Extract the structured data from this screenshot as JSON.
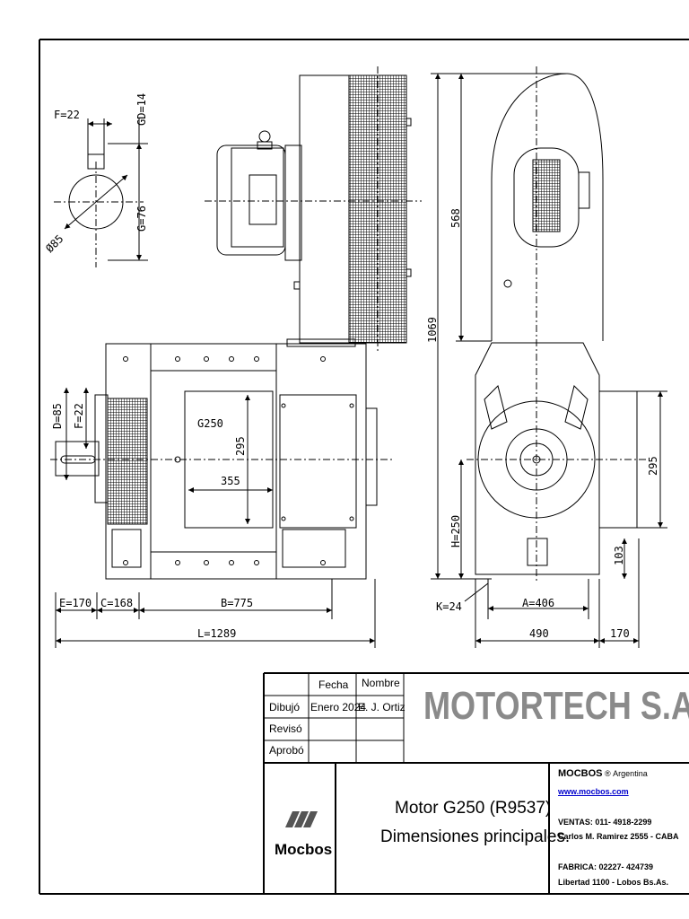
{
  "drawing": {
    "shaft_end": {
      "f_top": "F=22",
      "gd": "GD=14",
      "g": "G=76",
      "dia": "Ø85"
    },
    "side_view": {
      "d": "D=85",
      "f": "F=22",
      "model_label": "G250",
      "height_295": "295",
      "width_355": "355"
    },
    "bottom_dims": {
      "e": "E=170",
      "c": "C=168",
      "b": "B=775",
      "l": "L=1289"
    },
    "front_view": {
      "h568": "568",
      "h1069": "1069",
      "h250": "H=250",
      "h295": "295",
      "h103": "103",
      "k": "K=24",
      "a": "A=406",
      "w490": "490",
      "w170": "170"
    }
  },
  "title_block": {
    "headers": {
      "fecha": "Fecha",
      "nombre": "Nombre"
    },
    "rows": [
      {
        "label": "Dibujó",
        "fecha": "Enero 2024",
        "nombre": "E. J. Ortiz"
      },
      {
        "label": "Revisó",
        "fecha": "",
        "nombre": ""
      },
      {
        "label": "Aprobó",
        "fecha": "",
        "nombre": ""
      }
    ],
    "company": "MOTORTECH S.A.",
    "logo_text": "Mocbos",
    "title_line1": "Motor G250 (R9537)",
    "title_line2": "Dimensiones principales.",
    "brand": "MOCBOS",
    "brand_mark": "®",
    "brand_country": "Argentina",
    "website": "www.mocbos.com",
    "ventas": "VENTAS:  011- 4918-2299",
    "ventas_addr": "Carlos M. Ramirez 2555 - CABA",
    "fabrica": "FABRICA:  02227- 424739",
    "fabrica_addr": "Libertad 1100 - Lobos Bs.As."
  }
}
